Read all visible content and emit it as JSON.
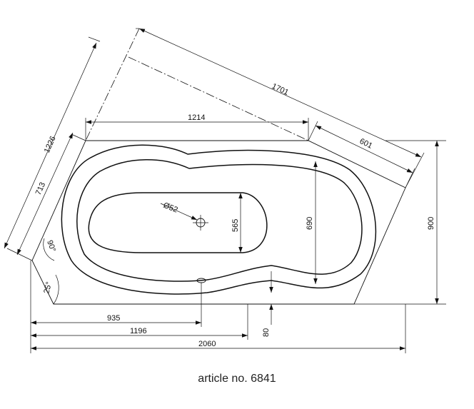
{
  "drawing": {
    "dimensions": {
      "overall_length": "2060",
      "length_1196": "1196",
      "length_935": "935",
      "offset_80": "80",
      "height_900": "900",
      "inner_690": "690",
      "inner_565": "565",
      "top_1214": "1214",
      "top_601": "601",
      "diagonal_1701": "1701",
      "side_1226": "1226",
      "side_713": "713",
      "drain_diameter": "Ø52",
      "angle_90": "90°",
      "angle_25": "25°"
    },
    "colors": {
      "line": "#111111",
      "background": "#ffffff"
    }
  },
  "caption": {
    "text": "article no. 6841"
  }
}
